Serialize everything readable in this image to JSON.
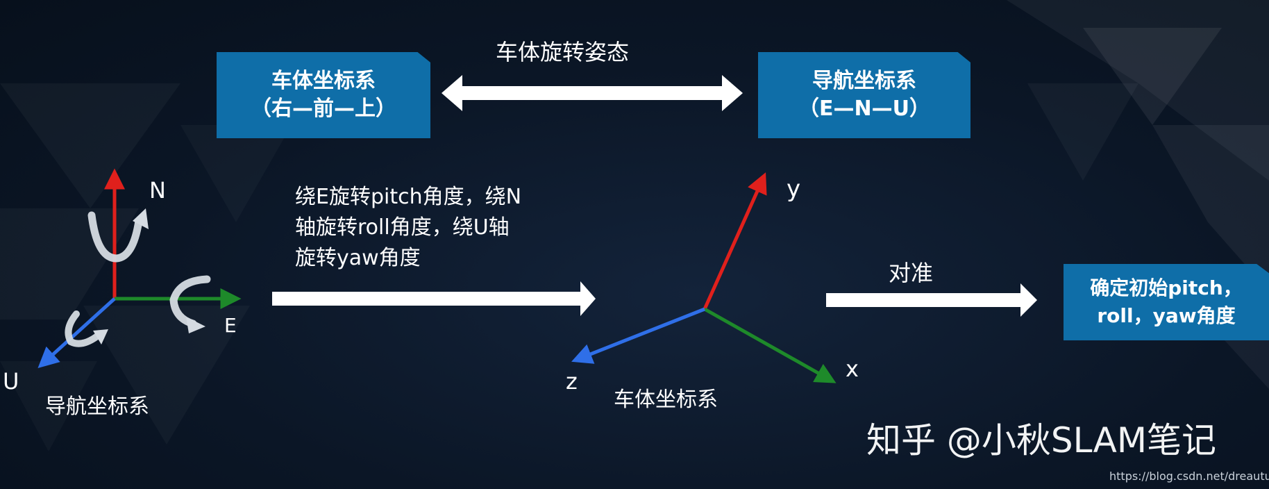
{
  "title_top": "车体旋转姿态",
  "box_body": {
    "line1": "车体坐标系",
    "line2": "（右—前—上）"
  },
  "box_nav": {
    "line1": "导航坐标系",
    "line2": "（E—N—U）"
  },
  "box_result": {
    "line1": "确定初始pitch，",
    "line2": "roll，yaw角度"
  },
  "nav_frame": {
    "axis_n": "N",
    "axis_e": "E",
    "axis_u": "U",
    "caption": "导航坐标系"
  },
  "rotation_text": {
    "line1": "绕E旋转pitch角度，绕N",
    "line2": "轴旋转roll角度，绕U轴",
    "line3": "旋转yaw角度"
  },
  "body_frame": {
    "axis_y": "y",
    "axis_x": "x",
    "axis_z": "z",
    "caption": "车体坐标系"
  },
  "align_label": "对准",
  "watermark": "知乎 @小秋SLAM笔记",
  "url": "https://blog.csdn.net/dreautumn",
  "colors": {
    "box": "#0f6ea8",
    "axis_red": "#e0201c",
    "axis_green": "#1e8a2a",
    "axis_blue": "#2f6fe8",
    "arrow": "#ffffff"
  }
}
